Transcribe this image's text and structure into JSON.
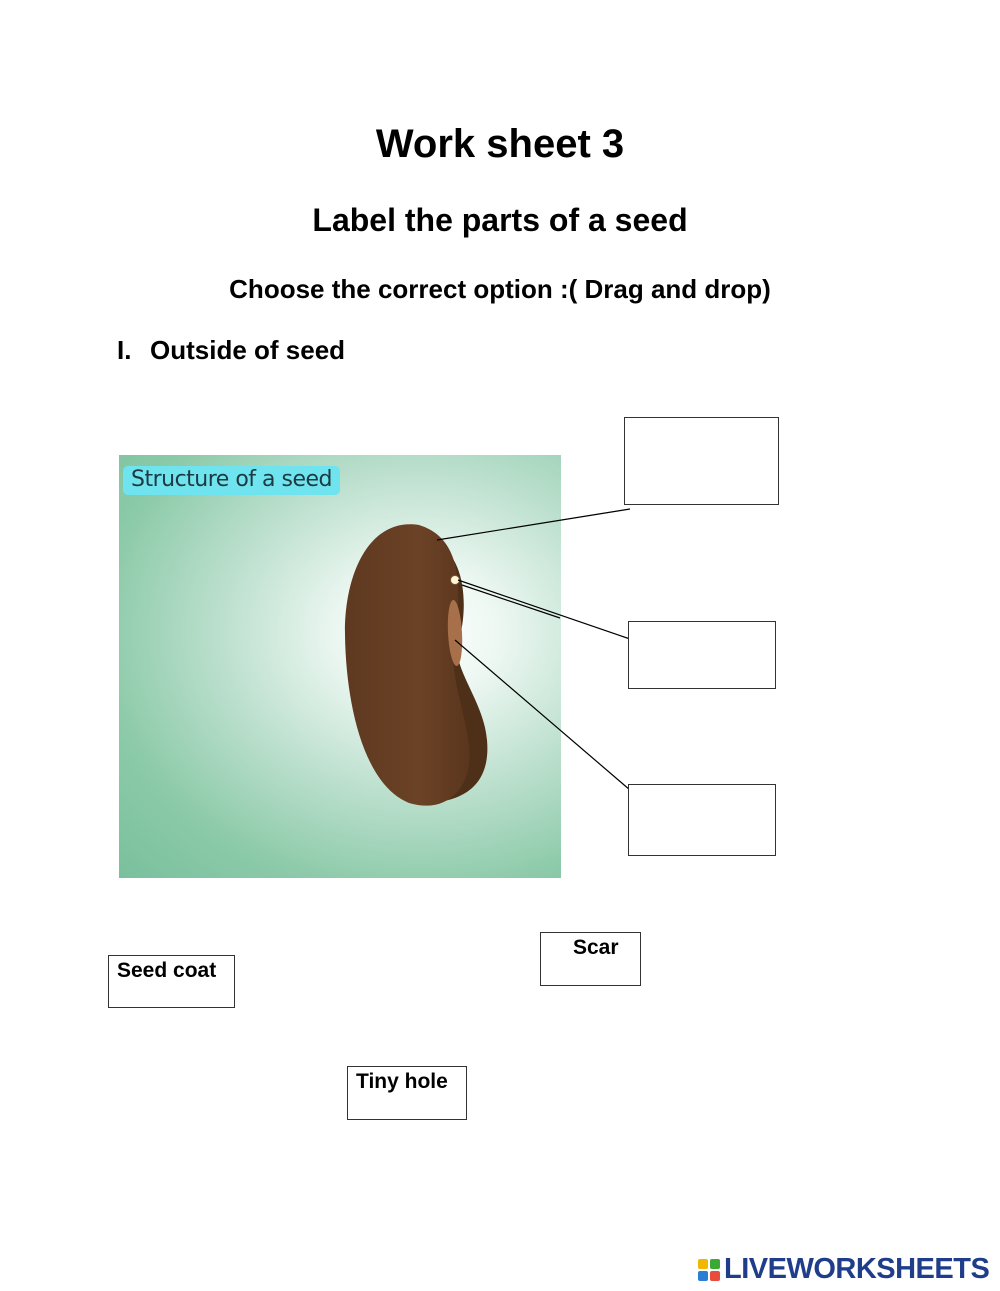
{
  "header": {
    "title": "Work sheet 3",
    "subtitle": "Label the parts of a seed",
    "instruction": "Choose the correct option :( Drag and drop)"
  },
  "section": {
    "number": "I.",
    "title": "Outside of seed"
  },
  "figure": {
    "label": "Structure of a seed",
    "background_colors": [
      "#79c09d",
      "#ffffff"
    ],
    "seed_color": "#6b4226",
    "label_color": "#6fe3ee"
  },
  "drop_targets": [
    "",
    "",
    ""
  ],
  "options": [
    "Seed coat",
    "Scar",
    "Tiny hole"
  ],
  "footer": {
    "brand": "LIVEWORKSHEETS",
    "brand_color": "#1f3d8a",
    "icon_colors": [
      "#f2b705",
      "#3aaa35",
      "#2a7fd4",
      "#e84c3d"
    ]
  }
}
